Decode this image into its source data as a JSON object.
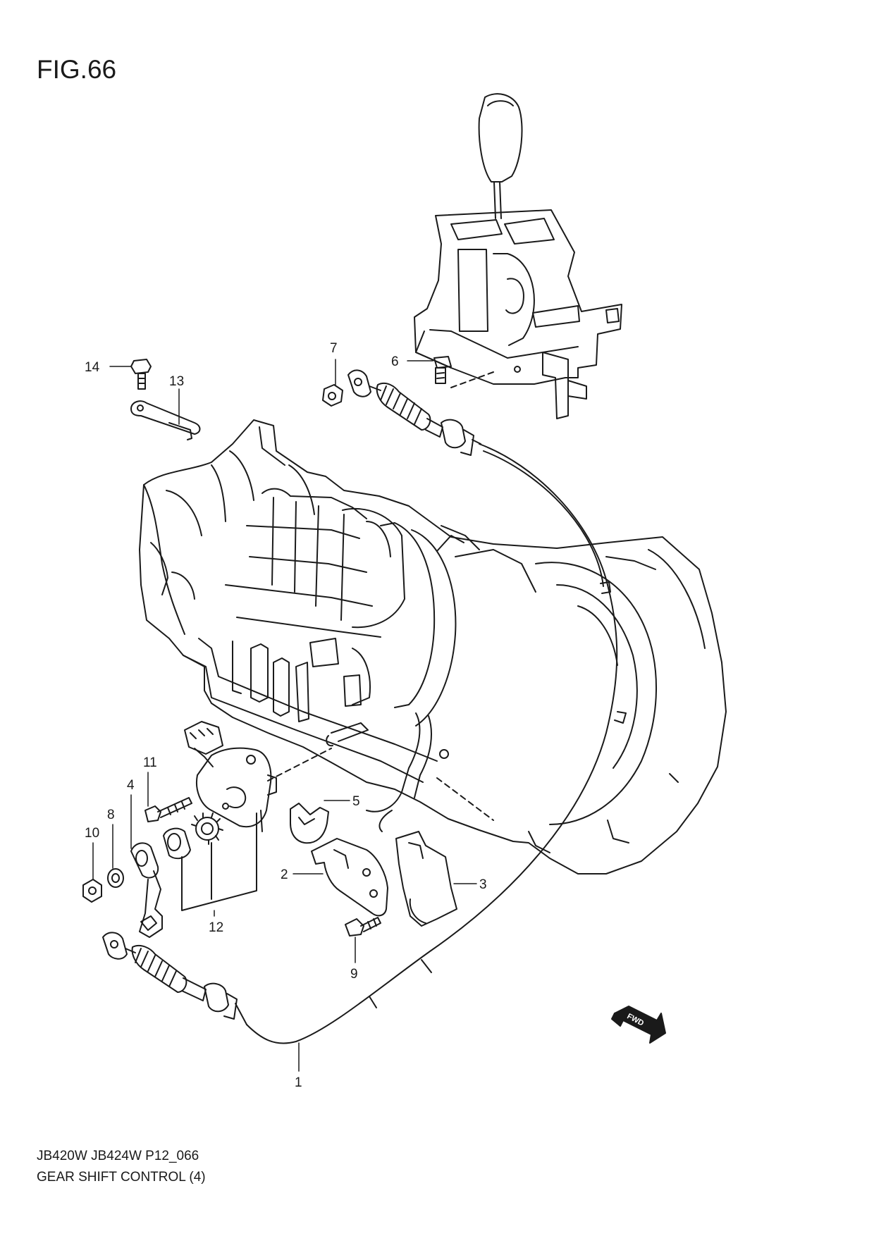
{
  "figure": {
    "title": "FIG.66"
  },
  "callouts": [
    "1",
    "2",
    "3",
    "4",
    "5",
    "6",
    "7",
    "8",
    "9",
    "10",
    "11",
    "12",
    "13",
    "14"
  ],
  "fwd_label": "FWD",
  "footer": {
    "code": "JB420W JB424W P12_066",
    "description": "GEAR SHIFT CONTROL (4)"
  }
}
